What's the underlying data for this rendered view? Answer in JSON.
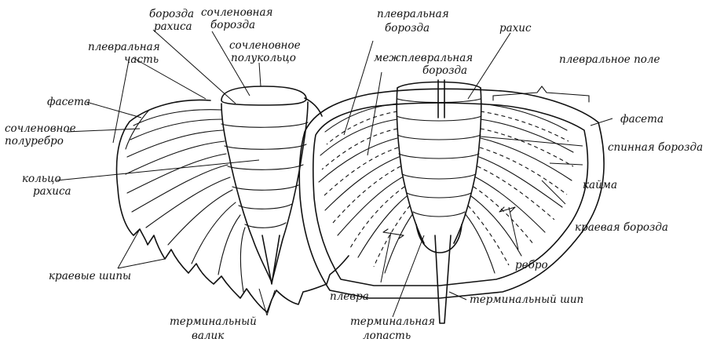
{
  "diagram": {
    "labels": {
      "rachis_furrow": [
        "борозда",
        "рахиса"
      ],
      "articulating_furrow": [
        "сочленовная",
        "борозда"
      ],
      "articulating_half_ring": [
        "сочленовное",
        "полукольцо"
      ],
      "pleural_part": [
        "плевральная",
        "часть"
      ],
      "facet_left": "фасета",
      "articulating_half_rib": [
        "сочленовное",
        "полуребро"
      ],
      "rachis_ring": [
        "кольцо",
        "рахиса"
      ],
      "marginal_spines": "краевые шипы",
      "terminal_ridge": [
        "терминальный",
        "валик"
      ],
      "pleural_furrow": [
        "плевральная",
        "борозда"
      ],
      "interpleural_furrow": [
        "межплевральная",
        "борозда"
      ],
      "rachis": "рахис",
      "pleural_field": "плевральное поле",
      "facet_right": "фасета",
      "dorsal_furrow": "спинная борозда",
      "border": "кайма",
      "marginal_furrow": "краевая борозда",
      "rib": "ребро",
      "pleura": "плевра",
      "terminal_lobe": [
        "терминальная",
        "лопасть"
      ],
      "terminal_spine": "терминальный шип"
    }
  }
}
